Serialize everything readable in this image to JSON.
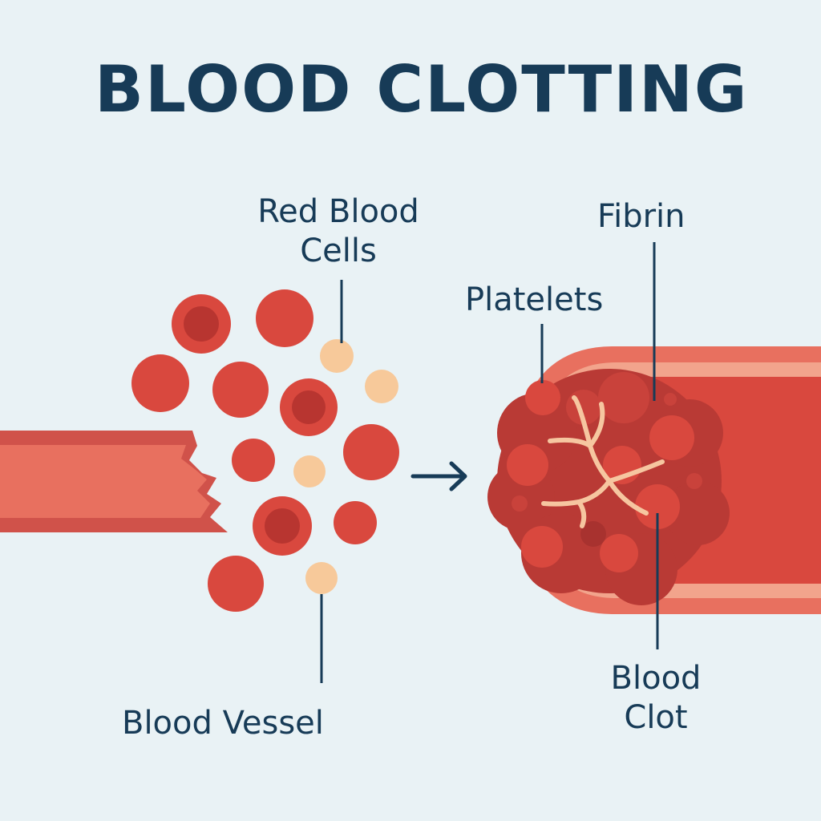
{
  "title": "BLOOD CLOTTING",
  "labels": {
    "red_blood_cells": [
      "Red Blood",
      "Cells"
    ],
    "fibrin": "Fibrin",
    "platelets": "Platelets",
    "blood_vessel": "Blood Vessel",
    "blood_clot": [
      "Blood",
      "Clot"
    ]
  },
  "colors": {
    "background": "#e9f2f5",
    "text": "#173b57",
    "vessel": "#e06a5a",
    "vessel_dark": "#d0524a",
    "vessel_light": "#f2a48c",
    "red_cell": "#d9483e",
    "red_cell_center": "#b83530",
    "platelet": "#f7c99a",
    "clot": "#b93a35",
    "fibrin": "#f6c6a0"
  }
}
